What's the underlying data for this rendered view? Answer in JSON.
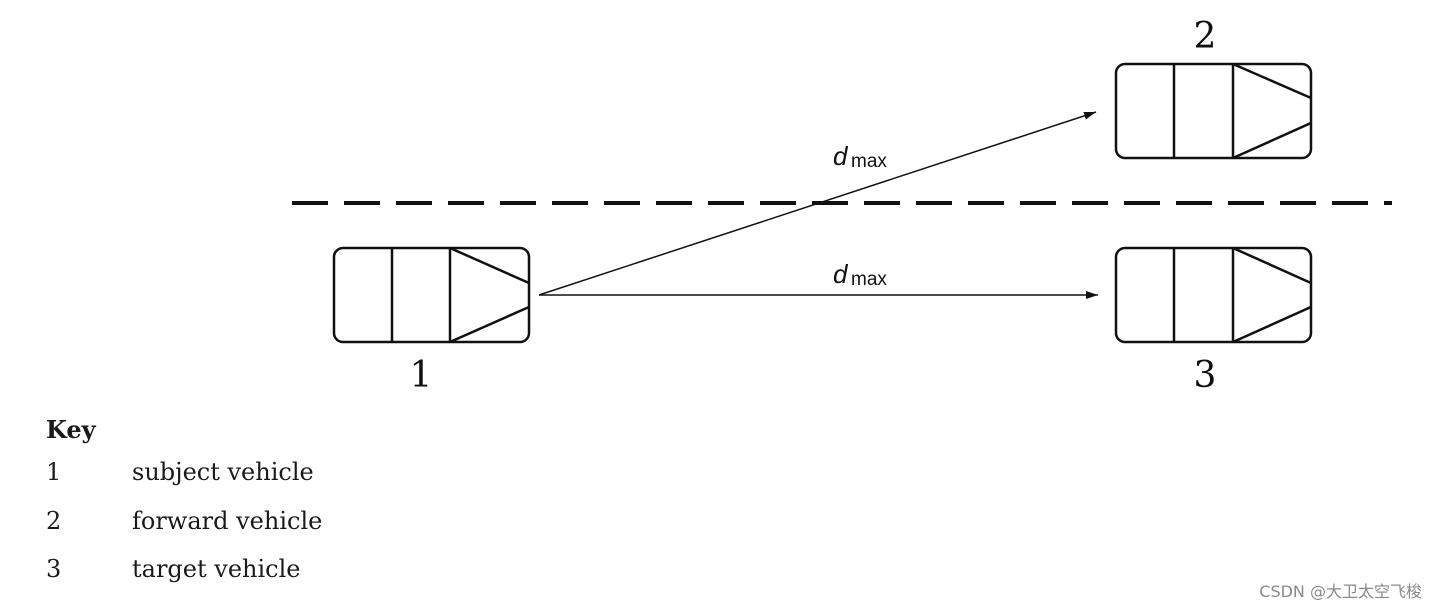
{
  "vehicles": [
    {
      "id": "1",
      "label": "1"
    },
    {
      "id": "2",
      "label": "2"
    },
    {
      "id": "3",
      "label": "3"
    }
  ],
  "distances": {
    "symbol": "d",
    "subscript": "max"
  },
  "key": {
    "title": "Key",
    "items": [
      {
        "number": "1",
        "description": "subject vehicle"
      },
      {
        "number": "2",
        "description": "forward vehicle"
      },
      {
        "number": "3",
        "description": "target vehicle"
      }
    ]
  },
  "watermark": "CSDN @大卫太空飞梭"
}
